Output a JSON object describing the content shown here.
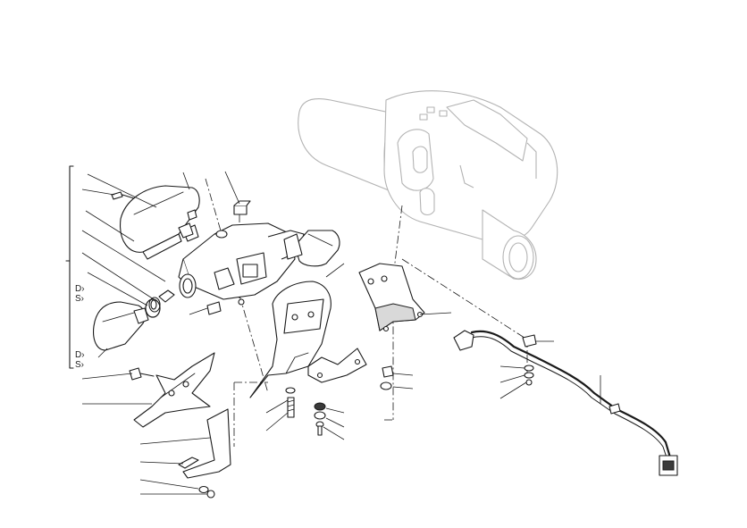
{
  "notes": [
    {
      "line1": "D›",
      "line2": "S›"
    },
    {
      "line1": "D›",
      "line2": "S›"
    }
  ],
  "icons": {
    "rear_light_bracket": "technical-line-drawing",
    "muffler": "grey-ghost-outline",
    "wiring_harness": "cable-with-connectors"
  }
}
